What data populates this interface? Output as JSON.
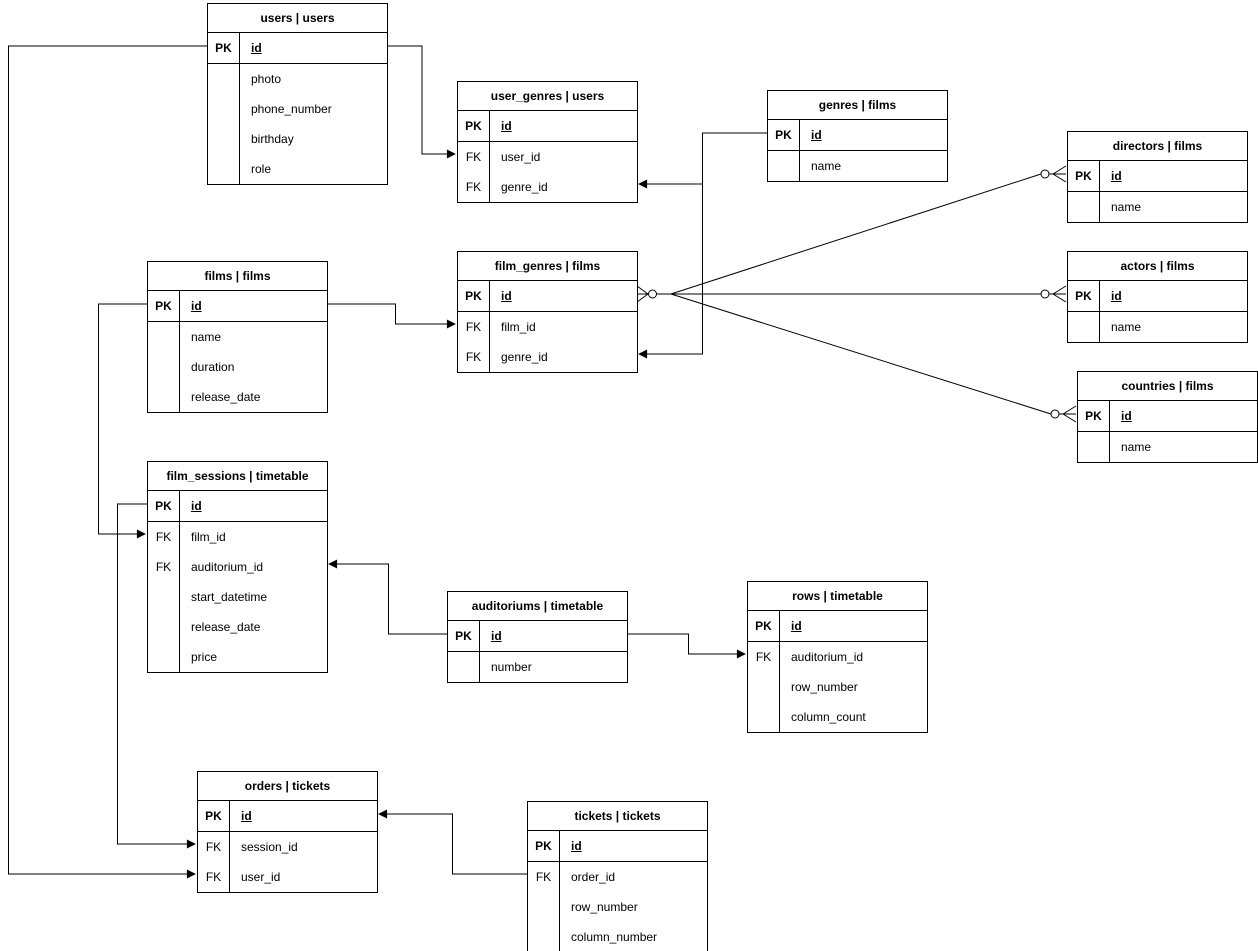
{
  "diagram": {
    "background_color": "#ffffff",
    "line_color": "#000000",
    "text_color": "#000000",
    "tables": [
      {
        "id": "users",
        "title": "users | users",
        "rows": [
          {
            "key": "PK",
            "name": "id"
          },
          {
            "key": "",
            "name": "photo"
          },
          {
            "key": "",
            "name": "phone_number"
          },
          {
            "key": "",
            "name": "birthday"
          },
          {
            "key": "",
            "name": "role"
          }
        ]
      },
      {
        "id": "user_genres",
        "title": "user_genres | users",
        "rows": [
          {
            "key": "PK",
            "name": "id"
          },
          {
            "key": "FK",
            "name": "user_id"
          },
          {
            "key": "FK",
            "name": "genre_id"
          }
        ]
      },
      {
        "id": "genres",
        "title": "genres | films",
        "rows": [
          {
            "key": "PK",
            "name": "id"
          },
          {
            "key": "",
            "name": "name"
          }
        ]
      },
      {
        "id": "directors",
        "title": "directors | films",
        "rows": [
          {
            "key": "PK",
            "name": "id"
          },
          {
            "key": "",
            "name": "name"
          }
        ]
      },
      {
        "id": "actors",
        "title": "actors | films",
        "rows": [
          {
            "key": "PK",
            "name": "id"
          },
          {
            "key": "",
            "name": "name"
          }
        ]
      },
      {
        "id": "countries",
        "title": "countries | films",
        "rows": [
          {
            "key": "PK",
            "name": "id"
          },
          {
            "key": "",
            "name": "name"
          }
        ]
      },
      {
        "id": "films",
        "title": "films | films",
        "rows": [
          {
            "key": "PK",
            "name": "id"
          },
          {
            "key": "",
            "name": "name"
          },
          {
            "key": "",
            "name": "duration"
          },
          {
            "key": "",
            "name": "release_date"
          }
        ]
      },
      {
        "id": "film_genres",
        "title": "film_genres | films",
        "rows": [
          {
            "key": "PK",
            "name": "id"
          },
          {
            "key": "FK",
            "name": "film_id"
          },
          {
            "key": "FK",
            "name": "genre_id"
          }
        ]
      },
      {
        "id": "film_sessions",
        "title": "film_sessions | timetable",
        "rows": [
          {
            "key": "PK",
            "name": "id"
          },
          {
            "key": "FK",
            "name": "film_id"
          },
          {
            "key": "FK",
            "name": "auditorium_id"
          },
          {
            "key": "",
            "name": "start_datetime"
          },
          {
            "key": "",
            "name": "release_date"
          },
          {
            "key": "",
            "name": "price"
          }
        ]
      },
      {
        "id": "auditoriums",
        "title": "auditoriums | timetable",
        "rows": [
          {
            "key": "PK",
            "name": "id"
          },
          {
            "key": "",
            "name": "number"
          }
        ]
      },
      {
        "id": "rows",
        "title": "rows | timetable",
        "rows": [
          {
            "key": "PK",
            "name": "id"
          },
          {
            "key": "FK",
            "name": "auditorium_id"
          },
          {
            "key": "",
            "name": "row_number"
          },
          {
            "key": "",
            "name": "column_count"
          }
        ]
      },
      {
        "id": "orders",
        "title": "orders | tickets",
        "rows": [
          {
            "key": "PK",
            "name": "id"
          },
          {
            "key": "FK",
            "name": "session_id"
          },
          {
            "key": "FK",
            "name": "user_id"
          }
        ]
      },
      {
        "id": "tickets",
        "title": "tickets | tickets",
        "rows": [
          {
            "key": "PK",
            "name": "id"
          },
          {
            "key": "FK",
            "name": "order_id"
          },
          {
            "key": "",
            "name": "row_number"
          },
          {
            "key": "",
            "name": "column_number"
          }
        ]
      }
    ],
    "relationships": [
      {
        "from": "users.id",
        "to": "user_genres.user_id",
        "notation": "arrow"
      },
      {
        "from": "users.id",
        "to": "orders.user_id",
        "notation": "arrow"
      },
      {
        "from": "genres.id",
        "to": "user_genres.genre_id",
        "notation": "arrow"
      },
      {
        "from": "genres.id",
        "to": "film_genres.genre_id",
        "notation": "arrow"
      },
      {
        "from": "films.id",
        "to": "film_genres.film_id",
        "notation": "arrow"
      },
      {
        "from": "films.id",
        "to": "film_sessions.film_id",
        "notation": "arrow"
      },
      {
        "from": "auditoriums.id",
        "to": "film_sessions.auditorium_id",
        "notation": "arrow"
      },
      {
        "from": "auditoriums.id",
        "to": "rows.auditorium_id",
        "notation": "arrow"
      },
      {
        "from": "film_sessions.id",
        "to": "orders.session_id",
        "notation": "arrow"
      },
      {
        "from": "tickets.order_id",
        "to": "orders.id",
        "notation": "arrow"
      },
      {
        "from": "film_genres.id",
        "to": "directors.id",
        "notation": "zero-or-many crow-foot"
      },
      {
        "from": "film_genres.id",
        "to": "actors.id",
        "notation": "zero-or-many crow-foot"
      },
      {
        "from": "film_genres.id",
        "to": "countries.id",
        "notation": "zero-or-many crow-foot"
      }
    ]
  }
}
